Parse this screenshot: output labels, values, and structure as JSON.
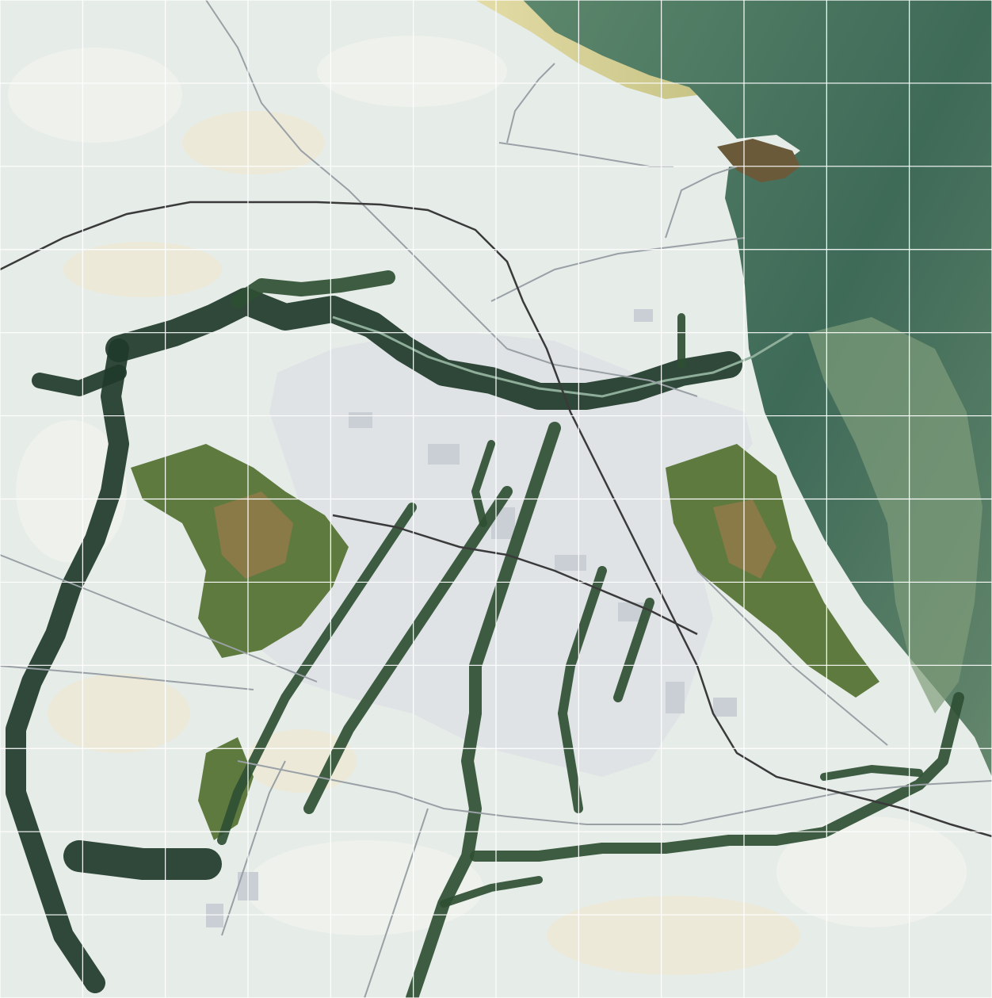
{
  "map": {
    "palette": {
      "land": "#e6ece8",
      "land_patch_light": "#eef1ec",
      "land_patch_warm": "#ece9d9",
      "urban": "#dfe3e6",
      "urban_dark": "#c9cfd4",
      "sea_deep": "#3e6a58",
      "sea_mid": "#5f8a6e",
      "sea_shallow": "#8fab86",
      "sand": "#d8d39a",
      "forest_dark": "#1f3a2a",
      "forest": "#2f4f33",
      "green_field": "#5e7a3f",
      "brown_field": "#8a7a48",
      "road": "#9aa1a6",
      "railway": "#3a3a3a",
      "grid_line": "#ffffff"
    },
    "grid": {
      "columns": 12,
      "rows": 12
    },
    "layers": [
      "land",
      "sea",
      "urban-area",
      "green-corridors",
      "agricultural-fields",
      "roads",
      "railway",
      "grid"
    ]
  }
}
